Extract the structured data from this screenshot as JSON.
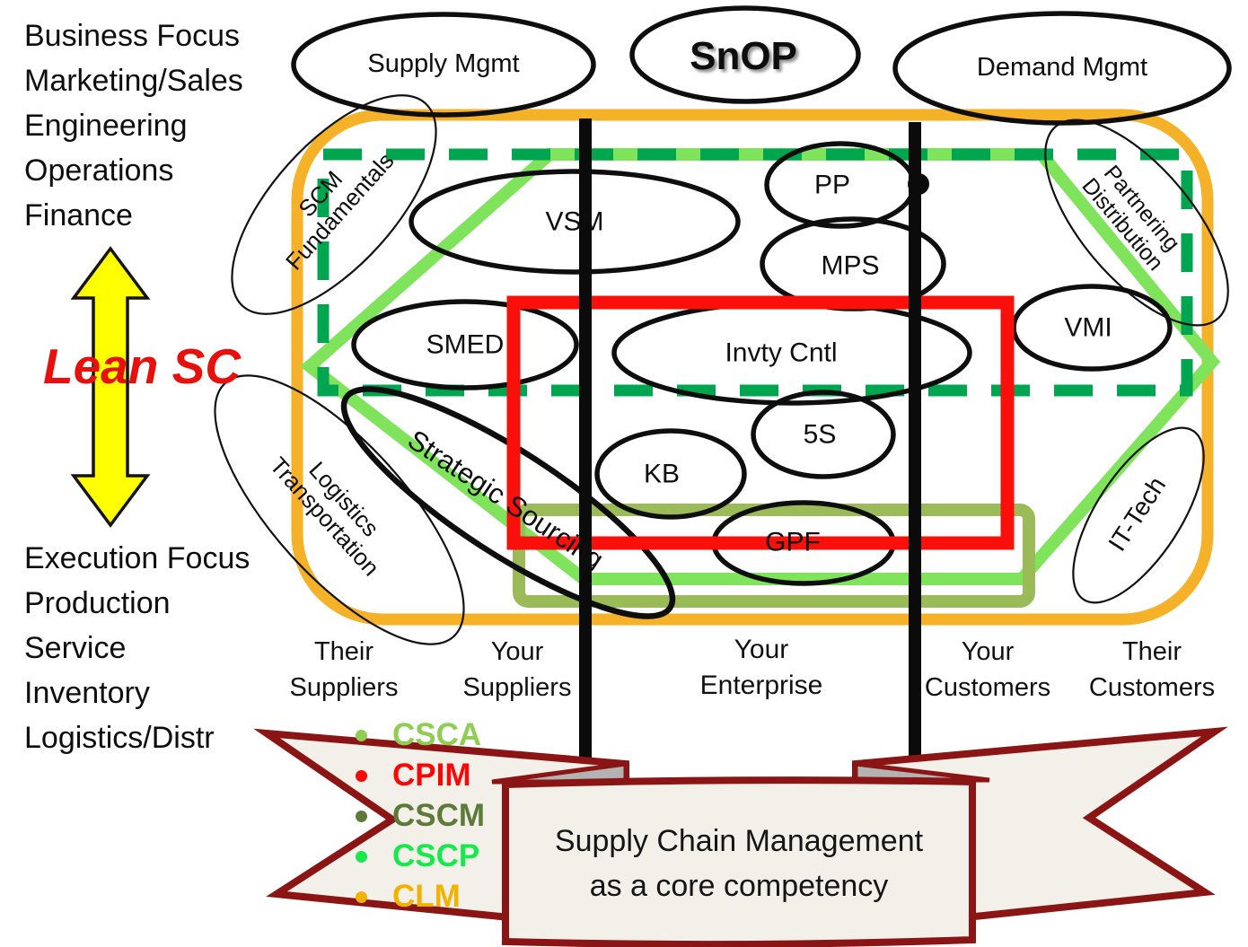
{
  "left_panel": {
    "business_focus_lines": [
      "Business Focus",
      "Marketing/Sales",
      "Engineering",
      "Operations",
      "Finance"
    ],
    "lean_sc_label": "Lean SC",
    "execution_focus_lines": [
      "Execution Focus",
      "Production",
      "Service",
      "Inventory",
      "Logistics/Distr"
    ]
  },
  "top_ovals": {
    "supply_mgmt": "Supply Mgmt",
    "snop": "SnOP",
    "demand_mgmt": "Demand Mgmt"
  },
  "tool_ovals": {
    "vsm": "VSM",
    "pp": "PP",
    "mps": "MPS",
    "smed": "SMED",
    "invty_cntl": "Invty Cntl",
    "vmi": "VMI",
    "five_s": "5S",
    "kb": "KB",
    "gpf": "GPF"
  },
  "domain_ovals": {
    "scm_fundamentals": {
      "line1": "SCM",
      "line2": "Fundamentals"
    },
    "partnering_distribution": {
      "line1": "Partnering",
      "line2": "Distribution"
    },
    "logistics_transportation": {
      "line1": "Logistics",
      "line2": "Transportation"
    },
    "strategic_sourcing": "Strategic Sourcing",
    "it_tech": "IT-Tech"
  },
  "chain_labels": [
    {
      "line1": "Their",
      "line2": "Suppliers"
    },
    {
      "line1": "Your",
      "line2": "Suppliers"
    },
    {
      "line1": "Your",
      "line2": "Enterprise"
    },
    {
      "line1": "Your",
      "line2": "Customers"
    },
    {
      "line1": "Their",
      "line2": "Customers"
    }
  ],
  "certifications": [
    {
      "label": "CSCA",
      "color": "#8fce53"
    },
    {
      "label": "CPIM",
      "color": "#fb0606"
    },
    {
      "label": "CSCM",
      "color": "#5d7a39"
    },
    {
      "label": "CSCP",
      "color": "#17e94d"
    },
    {
      "label": "CLM",
      "color": "#f2b300"
    }
  ],
  "banner": {
    "line1": "Supply Chain Management",
    "line2": "as a core competency"
  },
  "colors": {
    "orange_border": "#f5b228",
    "dark_green_dash": "#00a550",
    "light_green_hexagon": "#7fe35c",
    "olive_green_box": "#9abb57",
    "red_box": "#fa0f0b",
    "maroon_banner": "#8b1414",
    "banner_fill": "#f2f0e9",
    "fold_gray": "#b3b3b3",
    "lean_sc_red": "#e8100c",
    "arrow_yellow": "#ffff00"
  }
}
